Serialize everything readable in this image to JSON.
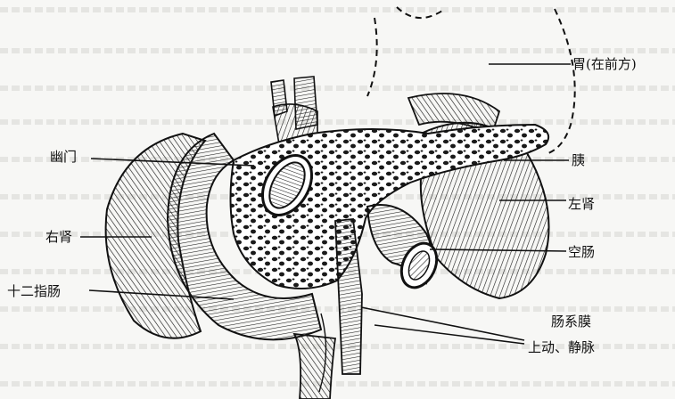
{
  "labels": {
    "stomach": "胃(在前方)",
    "pylorus": "幽门",
    "pancreas": "胰",
    "left_kidney": "左肾",
    "right_kidney": "右肾",
    "jejunum": "空肠",
    "duodenum": "十二指肠",
    "mesentery": "肠系膜",
    "superior_vessels": "上动、静脉"
  }
}
